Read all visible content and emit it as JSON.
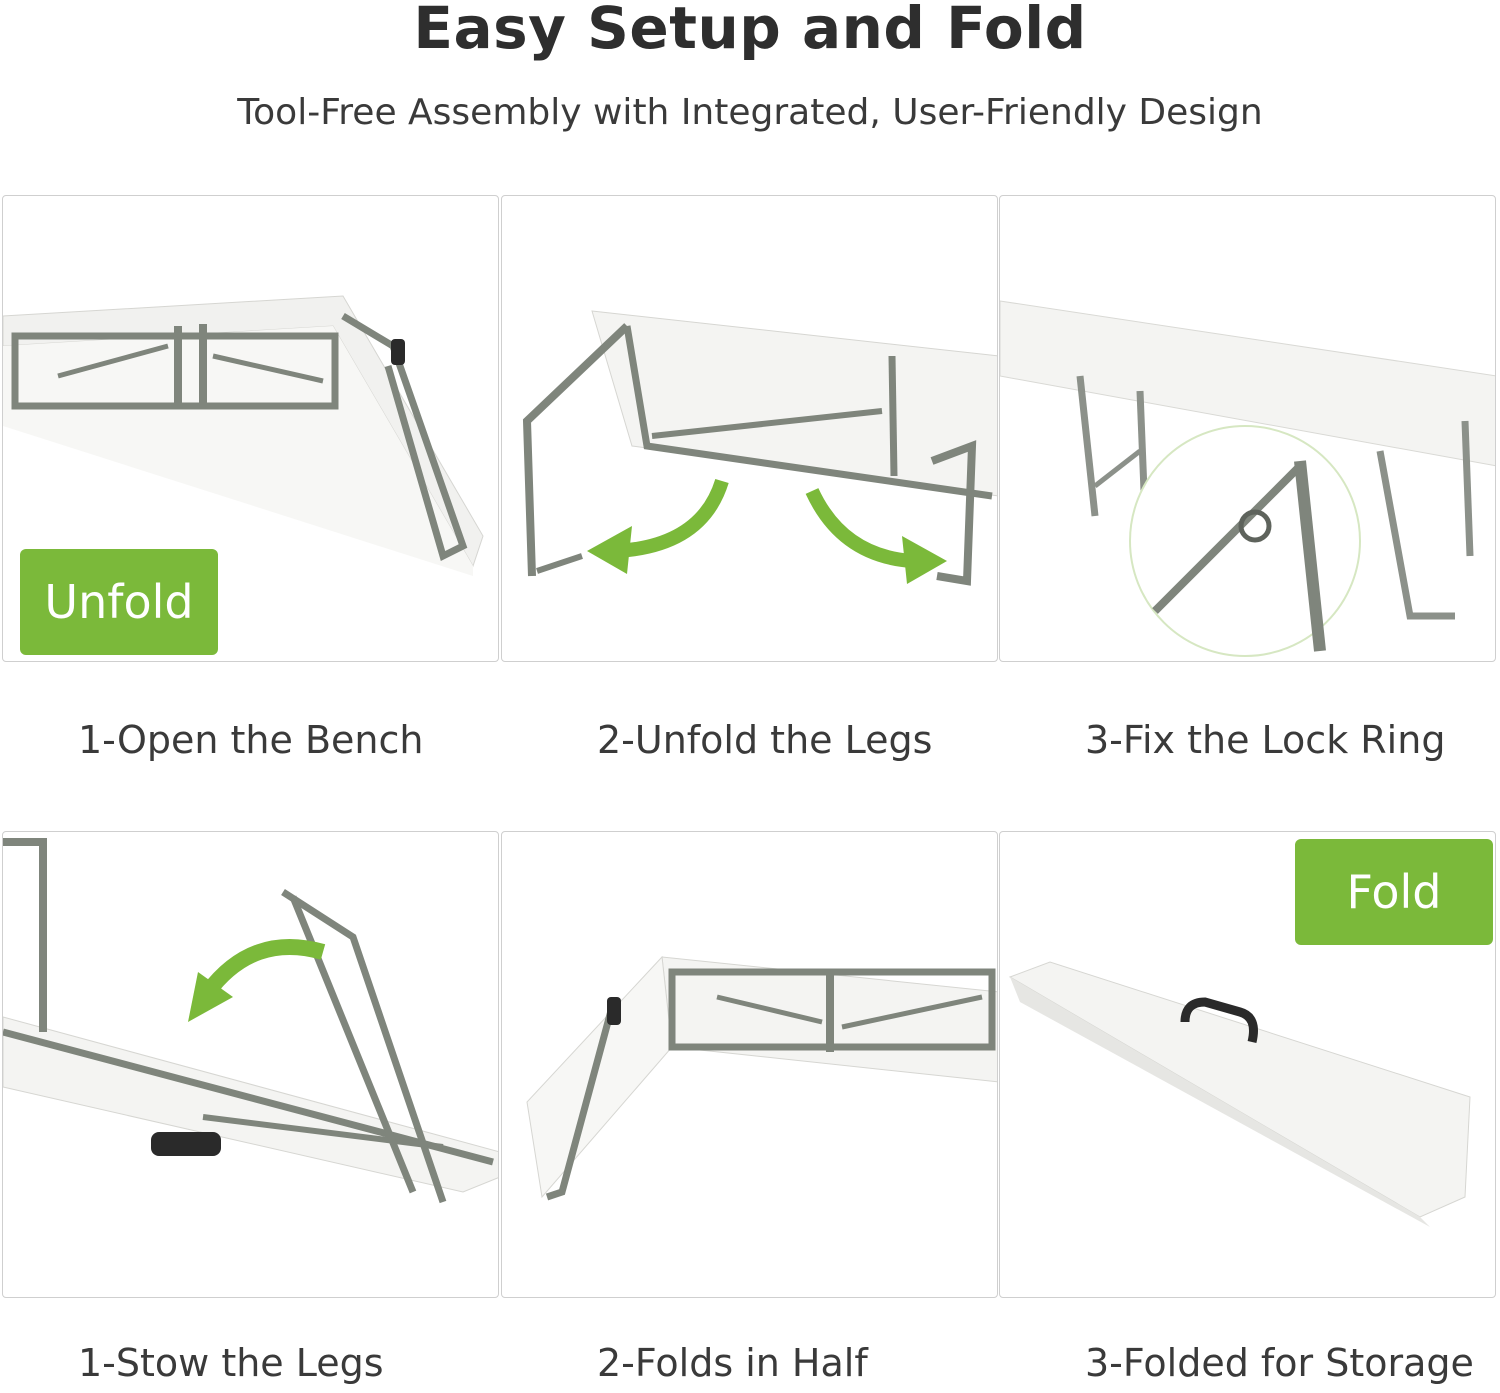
{
  "header": {
    "title": "Easy Setup and Fold",
    "subtitle": "Tool-Free Assembly with Integrated, User-Friendly Design"
  },
  "colors": {
    "accent_green": "#7bb93a",
    "frame_gray": "#7f857c",
    "bench_white": "#f4f4f2"
  },
  "unfold": {
    "badge": "Unfold",
    "steps": [
      {
        "caption": "1-Open the Bench"
      },
      {
        "caption": "2-Unfold the Legs"
      },
      {
        "caption": "3-Fix the Lock Ring"
      }
    ]
  },
  "fold": {
    "badge": "Fold",
    "steps": [
      {
        "caption": "1-Stow the Legs"
      },
      {
        "caption": "2-Folds in Half"
      },
      {
        "caption": "3-Folded for Storage"
      }
    ]
  },
  "icons": [
    "arrow-curve-icon",
    "zoom-circle-icon",
    "handle-icon"
  ]
}
